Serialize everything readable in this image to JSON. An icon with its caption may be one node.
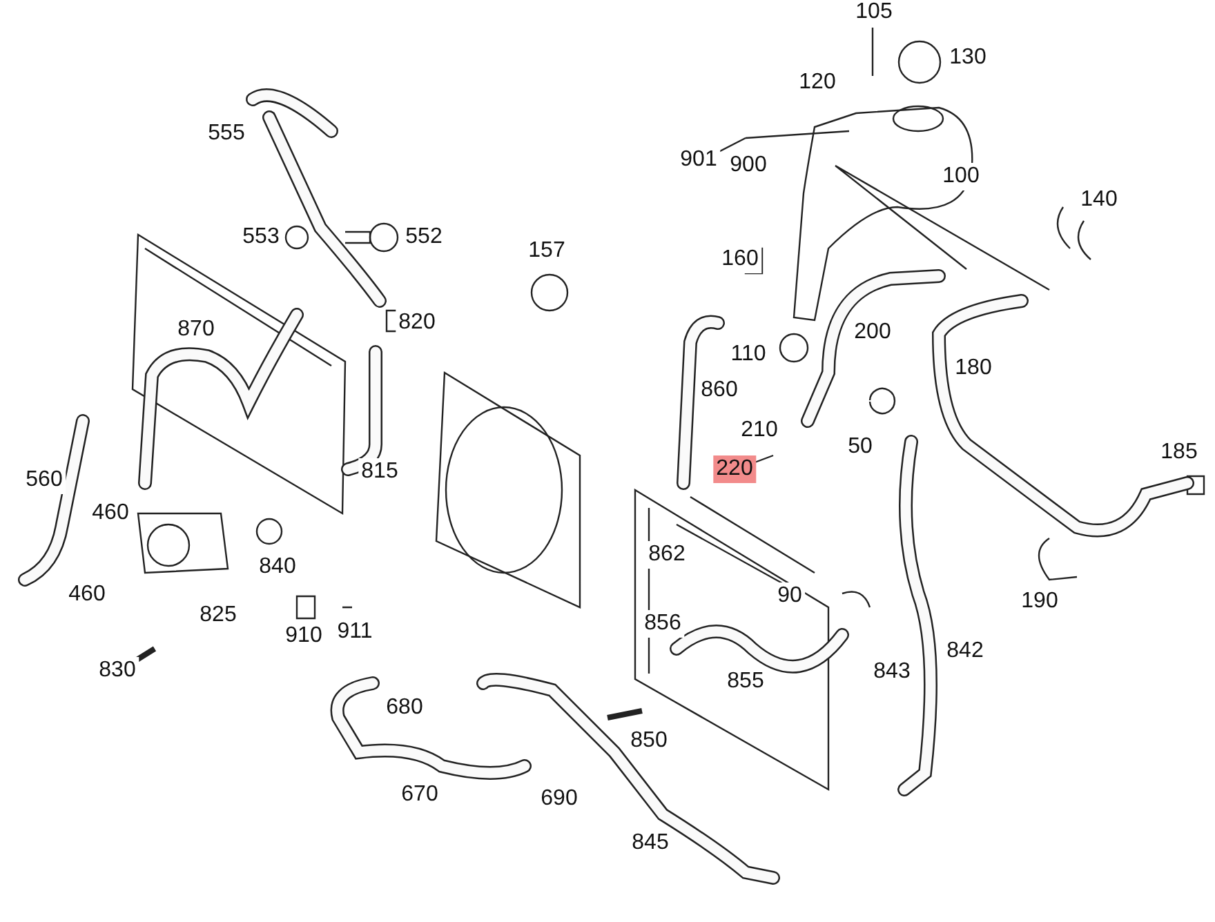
{
  "diagram": {
    "labels": [
      "105",
      "130",
      "120",
      "555",
      "901",
      "900",
      "100",
      "140",
      "553",
      "552",
      "157",
      "160",
      "820",
      "870",
      "110",
      "200",
      "860",
      "180",
      "210",
      "50",
      "185",
      "560",
      "815",
      "220",
      "460",
      "862",
      "840",
      "460",
      "825",
      "90",
      "190",
      "910",
      "911",
      "856",
      "830",
      "842",
      "843",
      "855",
      "680",
      "850",
      "670",
      "690",
      "845"
    ]
  }
}
